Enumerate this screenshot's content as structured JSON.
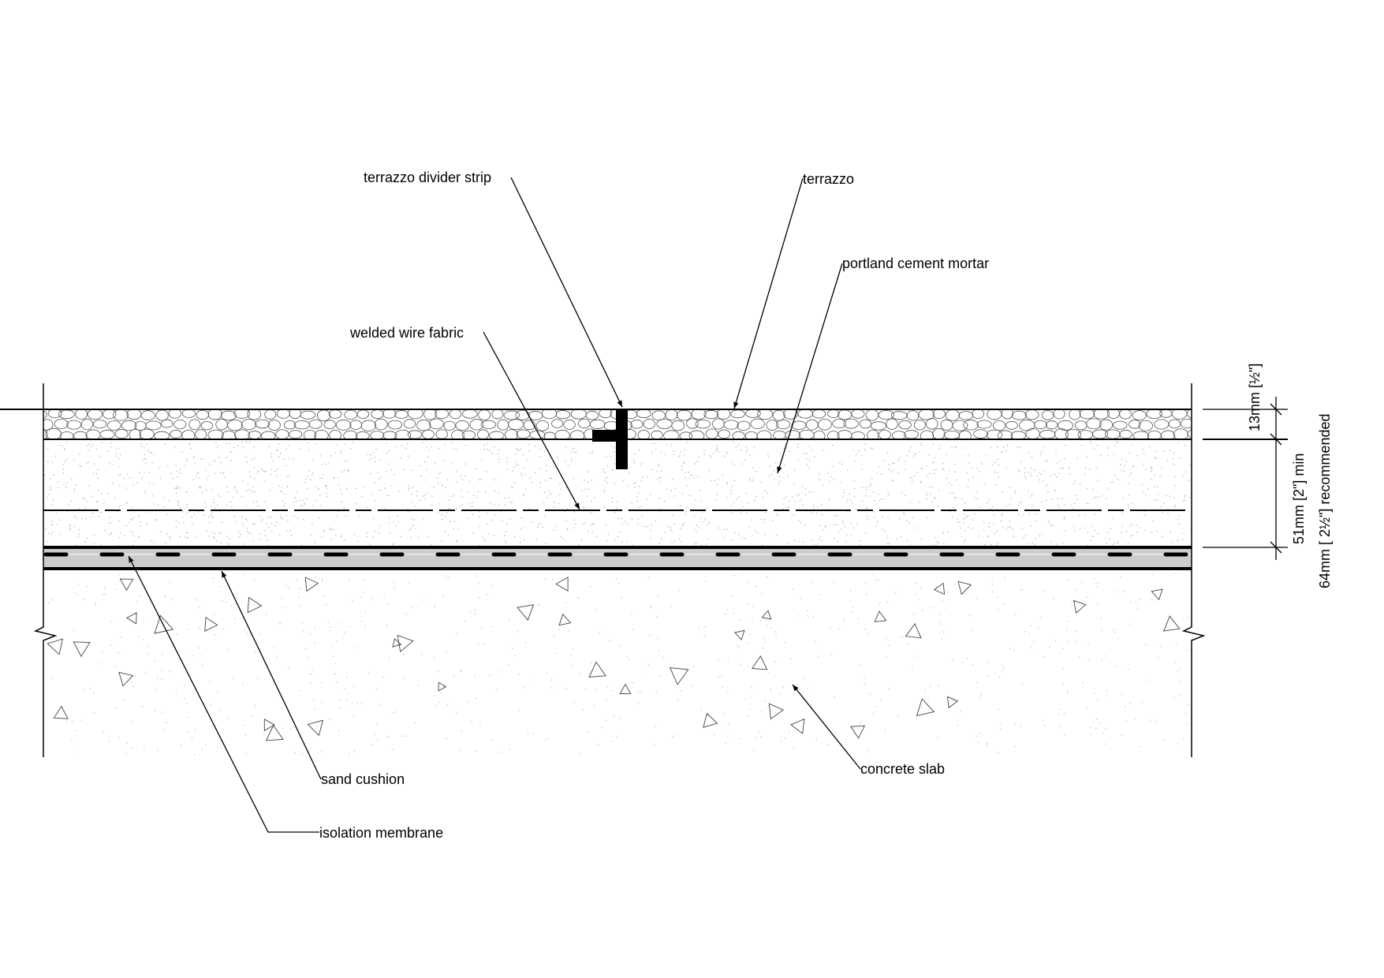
{
  "labels": {
    "divider_strip": "terrazzo divider strip",
    "terrazzo": "terrazzo",
    "mortar": "portland cement mortar",
    "wire_fabric": "welded wire fabric",
    "sand_cushion": "sand cushion",
    "isolation_membrane": "isolation membrane",
    "concrete_slab": "concrete slab"
  },
  "dimensions": {
    "terrazzo": "13mm [½\"]",
    "mortar_min": "51mm [2\"] min",
    "mortar_recommended": "64mm [ 2½\"] recommended"
  },
  "colors": {
    "line": "#000000",
    "sand_fill": "#cccccc",
    "pebble_stroke": "#555555"
  }
}
